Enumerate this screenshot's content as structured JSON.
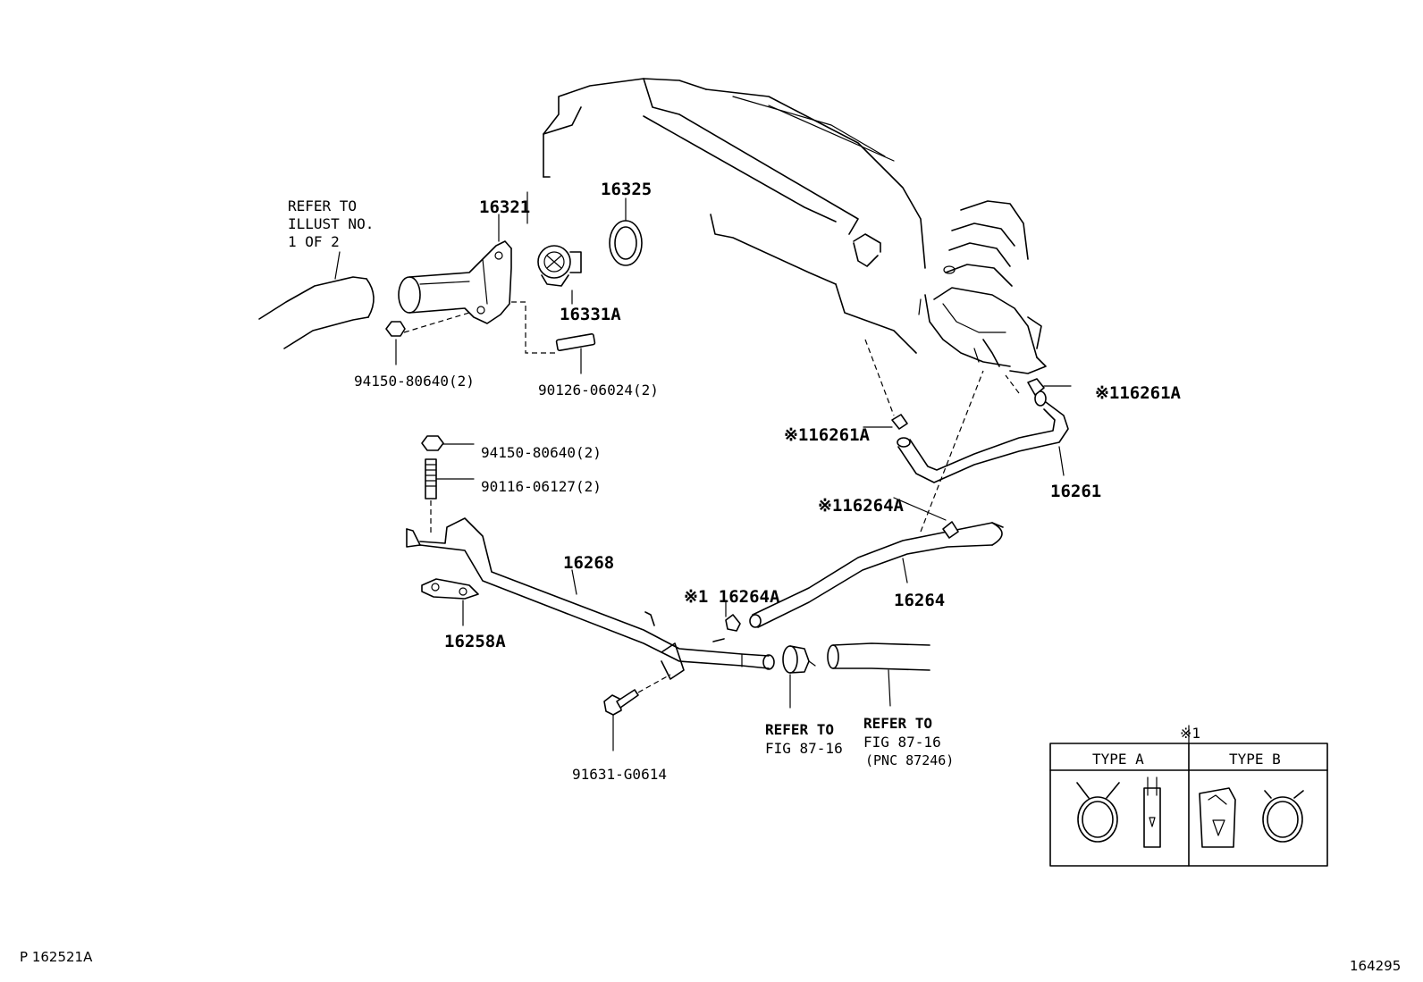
{
  "callouts": {
    "refer_illust": [
      "REFER TO",
      "ILLUST NO.",
      "1 OF 2"
    ],
    "p16321": "16321",
    "p16325": "16325",
    "p16331A": "16331A",
    "p94150_top": "94150-80640(2)",
    "p90126": "90126-06024(2)",
    "p94150_mid": "94150-80640(2)",
    "p90116": "90116-06127(2)",
    "p16261A_left": "※116261A",
    "p16261A_right": "※116261A",
    "p16261": "16261",
    "p16264A_top": "※116264A",
    "p16264A_bottom": "※1 16264A",
    "p16268": "16268",
    "p16264": "16264",
    "p16258A": "16258A",
    "p91631": "91631-G0614",
    "refer_fig_a": [
      "REFER TO",
      "FIG 87-16"
    ],
    "refer_fig_b": [
      "REFER TO",
      "FIG 87-16",
      "(PNC 87246)"
    ]
  },
  "legend": {
    "mark": "※1",
    "type_a": "TYPE A",
    "type_b": "TYPE B"
  },
  "footer": {
    "left_code": "P 162521A",
    "right_code": "164295"
  }
}
